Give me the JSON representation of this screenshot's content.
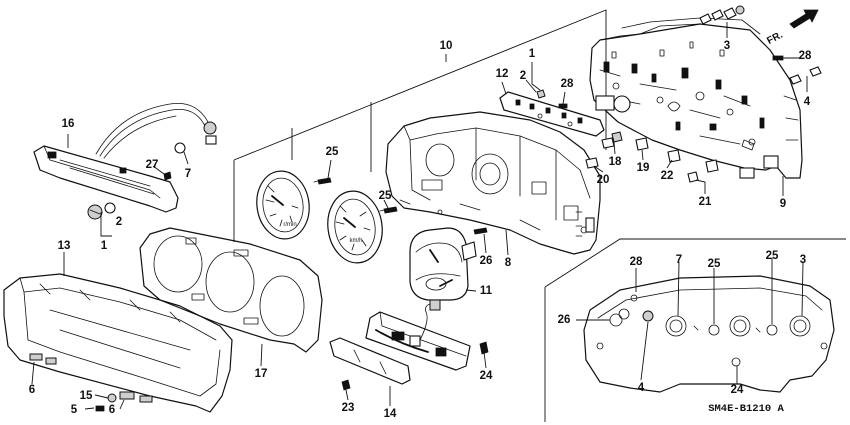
{
  "diagram_code": "SM4E-B1210 A",
  "direction_label": "FR.",
  "gauge_text": {
    "speedo_unit": "km/h",
    "tacho_unit": "r/min"
  },
  "callouts": [
    {
      "id": "c10",
      "text": "10"
    },
    {
      "id": "c3a",
      "text": "3"
    },
    {
      "id": "c28a",
      "text": "28"
    },
    {
      "id": "c4a",
      "text": "4"
    },
    {
      "id": "c9",
      "text": "9"
    },
    {
      "id": "c1a",
      "text": "1"
    },
    {
      "id": "c2a",
      "text": "2"
    },
    {
      "id": "c28b",
      "text": "28"
    },
    {
      "id": "c12",
      "text": "12"
    },
    {
      "id": "c16",
      "text": "16"
    },
    {
      "id": "c7a",
      "text": "7"
    },
    {
      "id": "c27",
      "text": "27"
    },
    {
      "id": "c2b",
      "text": "2"
    },
    {
      "id": "c1b",
      "text": "1"
    },
    {
      "id": "c25a",
      "text": "25"
    },
    {
      "id": "c25b",
      "text": "25"
    },
    {
      "id": "c18",
      "text": "18"
    },
    {
      "id": "c19",
      "text": "19"
    },
    {
      "id": "c20",
      "text": "20"
    },
    {
      "id": "c22",
      "text": "22"
    },
    {
      "id": "c21",
      "text": "21"
    },
    {
      "id": "c26a",
      "text": "26"
    },
    {
      "id": "c8",
      "text": "8"
    },
    {
      "id": "c11",
      "text": "11"
    },
    {
      "id": "c13",
      "text": "13"
    },
    {
      "id": "c17",
      "text": "17"
    },
    {
      "id": "c14",
      "text": "14"
    },
    {
      "id": "c24a",
      "text": "24"
    },
    {
      "id": "c23",
      "text": "23"
    },
    {
      "id": "c6a",
      "text": "6"
    },
    {
      "id": "c15",
      "text": "15"
    },
    {
      "id": "c5",
      "text": "5"
    },
    {
      "id": "c6b",
      "text": "6"
    },
    {
      "id": "c28c",
      "text": "28"
    },
    {
      "id": "c7b",
      "text": "7"
    },
    {
      "id": "c25c",
      "text": "25"
    },
    {
      "id": "c25d",
      "text": "25"
    },
    {
      "id": "c3b",
      "text": "3"
    },
    {
      "id": "c26b",
      "text": "26"
    },
    {
      "id": "c4b",
      "text": "4"
    },
    {
      "id": "c24b",
      "text": "24"
    }
  ]
}
